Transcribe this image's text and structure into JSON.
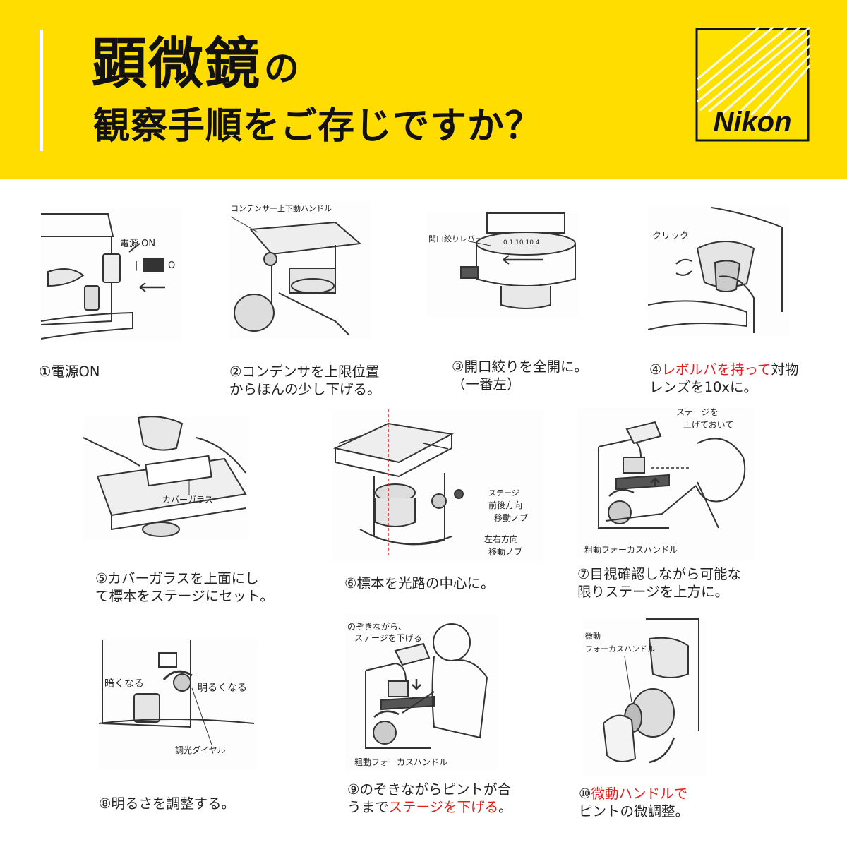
{
  "header": {
    "title_main": "顕微鏡",
    "title_particle": "の",
    "title_line2": "観察手順をご存じですか？",
    "logo_text": "Nikon",
    "colors": {
      "banner": "#ffdd00",
      "text": "#111111",
      "accent_red": "#e02020"
    }
  },
  "steps": [
    {
      "caption_lines": [
        [
          "①電源ON"
        ]
      ],
      "labels": {
        "power": "電源 ON",
        "switch_on": "|",
        "switch_off": "O"
      }
    },
    {
      "caption_lines": [
        [
          "②コンデンサを上限位置"
        ],
        [
          "からほんの少し下げる。"
        ]
      ],
      "labels": {
        "handle": "コンデンサー上下動ハンドル"
      }
    },
    {
      "caption_lines": [
        [
          "③開口絞りを全開に。"
        ],
        [
          "（一番左）"
        ]
      ],
      "labels": {
        "lever": "開口絞りレバー",
        "scale": "0.1 10 10.4"
      }
    },
    {
      "caption_lines": [
        [
          {
            "text": "④"
          },
          {
            "text": "レボルバを持って",
            "red": true
          },
          {
            "text": "対物"
          }
        ],
        [
          "レンズを10xに。"
        ]
      ],
      "labels": {
        "click": "クリック"
      }
    },
    {
      "caption_lines": [
        [
          "⑤カバーガラスを上面にし"
        ],
        [
          "て標本をステージにセット。"
        ]
      ],
      "labels": {
        "cover": "カバーガラス"
      }
    },
    {
      "caption_lines": [
        [
          "⑥標本を光路の中心に。"
        ]
      ],
      "labels": {
        "stage": "ステージ",
        "fb": "前後方向",
        "fb2": "移動ノブ",
        "lr": "左右方向",
        "lr2": "移動ノブ"
      }
    },
    {
      "caption_lines": [
        [
          "⑦目視確認しながら可能な"
        ],
        [
          "限りステージを上方に。"
        ]
      ],
      "labels": {
        "raise1": "ステージを",
        "raise2": "上げておいて",
        "coarse": "粗動フォーカスハンドル"
      }
    },
    {
      "caption_lines": [
        [
          "⑧明るさを調整する。"
        ]
      ],
      "labels": {
        "dark": "暗くなる",
        "bright": "明るくなる",
        "dial": "調光ダイヤル"
      }
    },
    {
      "caption_lines": [
        [
          "⑨のぞきながらピントが合"
        ],
        [
          {
            "text": "うまで"
          },
          {
            "text": "ステージを下げる",
            "red": true
          },
          {
            "text": "。"
          }
        ]
      ],
      "labels": {
        "look1": "のぞきながら、",
        "look2": "ステージを下げる",
        "coarse": "粗動フォーカスハンドル"
      }
    },
    {
      "caption_lines": [
        [
          {
            "text": "⑩"
          },
          {
            "text": "微動ハンドルで",
            "red": true
          }
        ],
        [
          "ピントの微調整。"
        ]
      ],
      "labels": {
        "fine1": "微動",
        "fine2": "フォーカスハンドル"
      }
    }
  ]
}
